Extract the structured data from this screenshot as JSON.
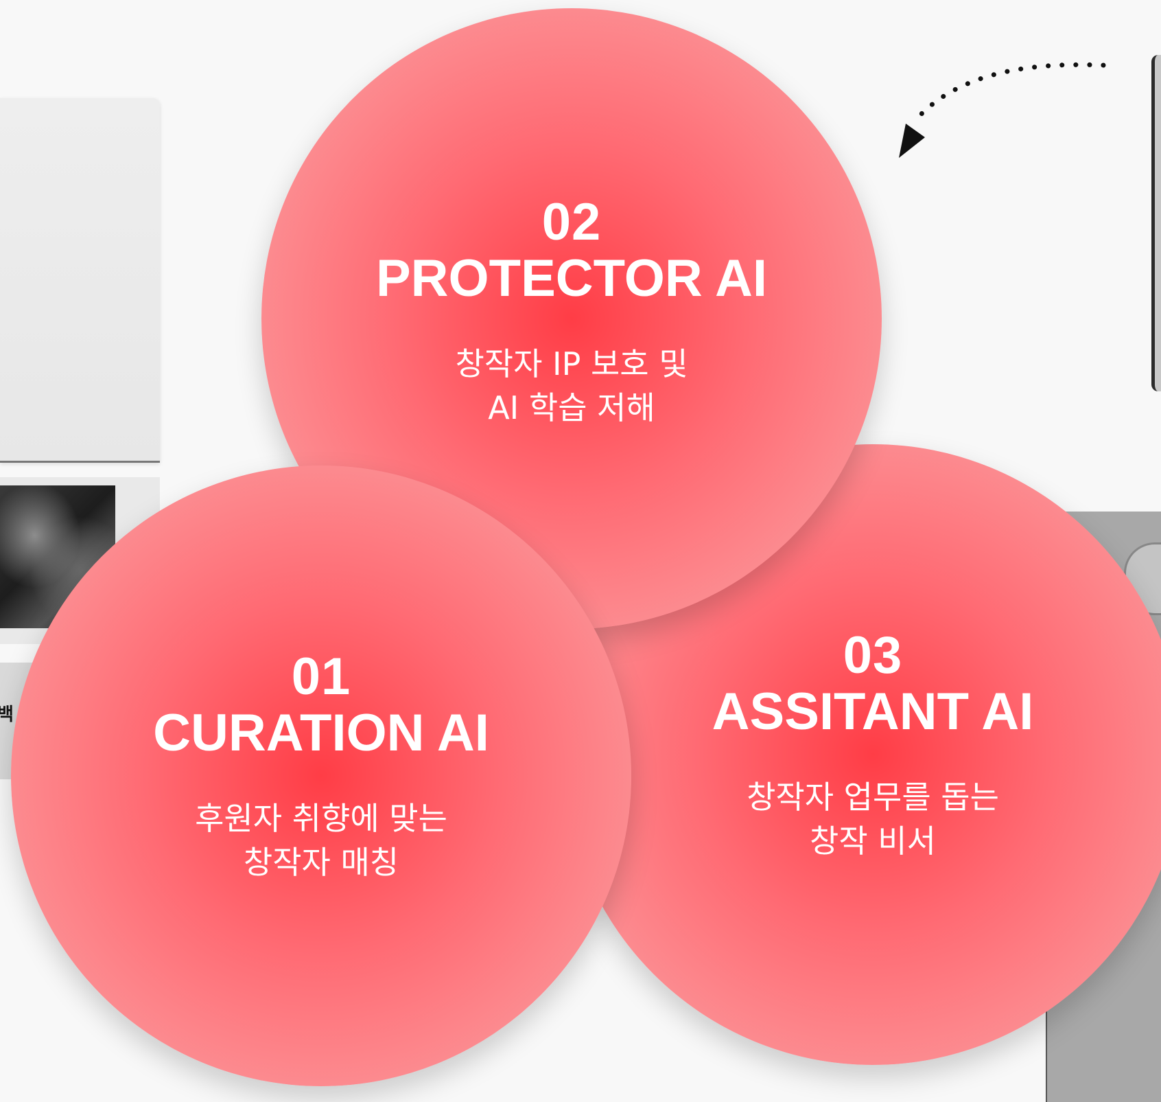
{
  "background": {
    "side_label": "백"
  },
  "colors": {
    "circle_center": "#ff3d46",
    "circle_edge": "#fc9a9c",
    "text": "#ffffff",
    "arrow": "#111111"
  },
  "circles": [
    {
      "number": "01",
      "title": "CURATION AI",
      "desc_line1": "후원자 취향에 맞는",
      "desc_line2": "창작자 매칭"
    },
    {
      "number": "02",
      "title": "PROTECTOR AI",
      "desc_line1": "창작자 IP 보호 및",
      "desc_line2": "AI 학습 저해"
    },
    {
      "number": "03",
      "title": "ASSITANT AI",
      "desc_line1": "창작자 업무를 돕는",
      "desc_line2": "창작 비서"
    }
  ]
}
